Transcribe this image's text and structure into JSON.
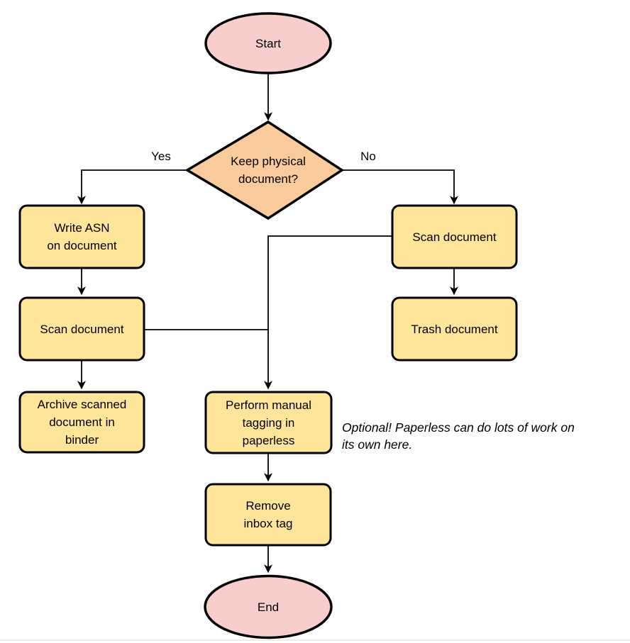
{
  "colors": {
    "background": "#ffffff",
    "terminal_fill": "#f8cecc",
    "decision_fill": "#f9cb9c",
    "process_fill": "#ffe599",
    "stroke": "#000000",
    "text": "#000000",
    "bottom_edge": "#f2eedf"
  },
  "nodes": {
    "start": {
      "type": "terminal",
      "label": "Start"
    },
    "decision": {
      "type": "decision",
      "lines": [
        "Keep physical",
        "document?"
      ]
    },
    "write_asn": {
      "type": "process",
      "lines": [
        "Write ASN",
        "on document"
      ]
    },
    "scan_left": {
      "type": "process",
      "label": "Scan document"
    },
    "archive": {
      "type": "process",
      "lines": [
        "Archive scanned",
        "document in",
        "binder"
      ]
    },
    "scan_right": {
      "type": "process",
      "label": "Scan document"
    },
    "trash": {
      "type": "process",
      "label": "Trash document"
    },
    "tagging": {
      "type": "process",
      "lines": [
        "Perform manual",
        "tagging in",
        "paperless"
      ]
    },
    "remove_inbox": {
      "type": "process",
      "lines": [
        "Remove",
        "inbox tag"
      ]
    },
    "end": {
      "type": "terminal",
      "label": "End"
    }
  },
  "edges": {
    "yes_label": "Yes",
    "no_label": "No"
  },
  "note": {
    "lines": [
      "Optional! Paperless can do lots of work on",
      "its own here."
    ]
  }
}
